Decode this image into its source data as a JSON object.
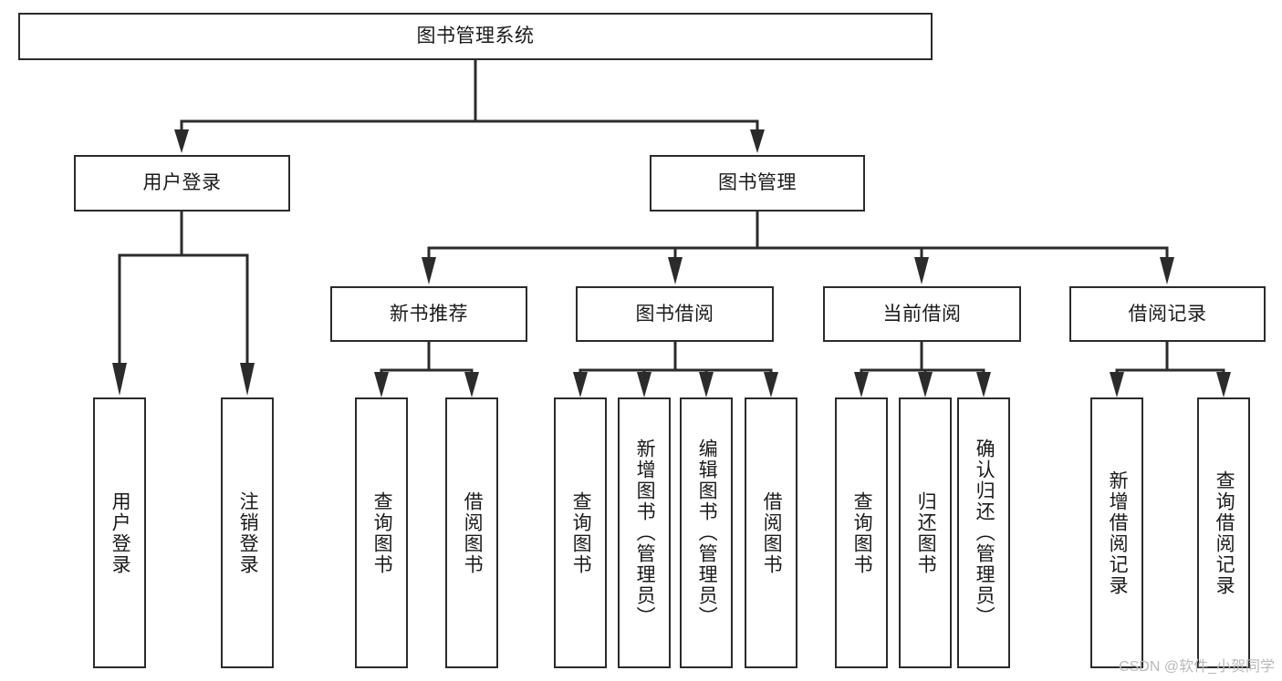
{
  "diagram": {
    "type": "tree-hierarchy",
    "title": "图书管理系统",
    "watermark": "CSDN @软件_小贺同学",
    "colors": {
      "box_border": "#2b2b2b",
      "box_fill": "#ffffff",
      "connector": "#2b2b2b",
      "text": "#1a1a1a",
      "watermark": "#b9b9b9",
      "background": "#ffffff"
    },
    "nodes": {
      "root": {
        "label": "图书管理系统",
        "orientation": "horizontal"
      },
      "level2": [
        {
          "id": "user-login",
          "label": "用户登录",
          "orientation": "horizontal"
        },
        {
          "id": "book-management",
          "label": "图书管理",
          "orientation": "horizontal"
        }
      ],
      "level3": [
        {
          "id": "new-book-recommend",
          "label": "新书推荐",
          "orientation": "horizontal"
        },
        {
          "id": "book-borrow",
          "label": "图书借阅",
          "orientation": "horizontal"
        },
        {
          "id": "current-borrow",
          "label": "当前借阅",
          "orientation": "horizontal"
        },
        {
          "id": "borrow-record",
          "label": "借阅记录",
          "orientation": "horizontal"
        }
      ],
      "leaves": [
        {
          "id": "leaf-user-login",
          "label": "用户登录",
          "parent": "user-login",
          "orientation": "vertical"
        },
        {
          "id": "leaf-user-logout",
          "label": "注销登录",
          "parent": "user-login",
          "orientation": "vertical"
        },
        {
          "id": "leaf-query-book-1",
          "label": "查询图书",
          "parent": "new-book-recommend",
          "orientation": "vertical"
        },
        {
          "id": "leaf-borrow-book-1",
          "label": "借阅图书",
          "parent": "new-book-recommend",
          "orientation": "vertical"
        },
        {
          "id": "leaf-query-book-2",
          "label": "查询图书",
          "parent": "book-borrow",
          "orientation": "vertical"
        },
        {
          "id": "leaf-add-book",
          "label": "新增图书（管理员）",
          "parent": "book-borrow",
          "orientation": "vertical"
        },
        {
          "id": "leaf-edit-book",
          "label": "编辑图书（管理员）",
          "parent": "book-borrow",
          "orientation": "vertical"
        },
        {
          "id": "leaf-borrow-book-2",
          "label": "借阅图书",
          "parent": "book-borrow",
          "orientation": "vertical"
        },
        {
          "id": "leaf-query-book-3",
          "label": "查询图书",
          "parent": "current-borrow",
          "orientation": "vertical"
        },
        {
          "id": "leaf-return-book",
          "label": "归还图书",
          "parent": "current-borrow",
          "orientation": "vertical"
        },
        {
          "id": "leaf-confirm-return",
          "label": "确认归还（管理员）",
          "parent": "current-borrow",
          "orientation": "vertical"
        },
        {
          "id": "leaf-add-record",
          "label": "新增借阅记录",
          "parent": "borrow-record",
          "orientation": "vertical"
        },
        {
          "id": "leaf-query-record",
          "label": "查询借阅记录",
          "parent": "borrow-record",
          "orientation": "vertical"
        }
      ]
    }
  }
}
